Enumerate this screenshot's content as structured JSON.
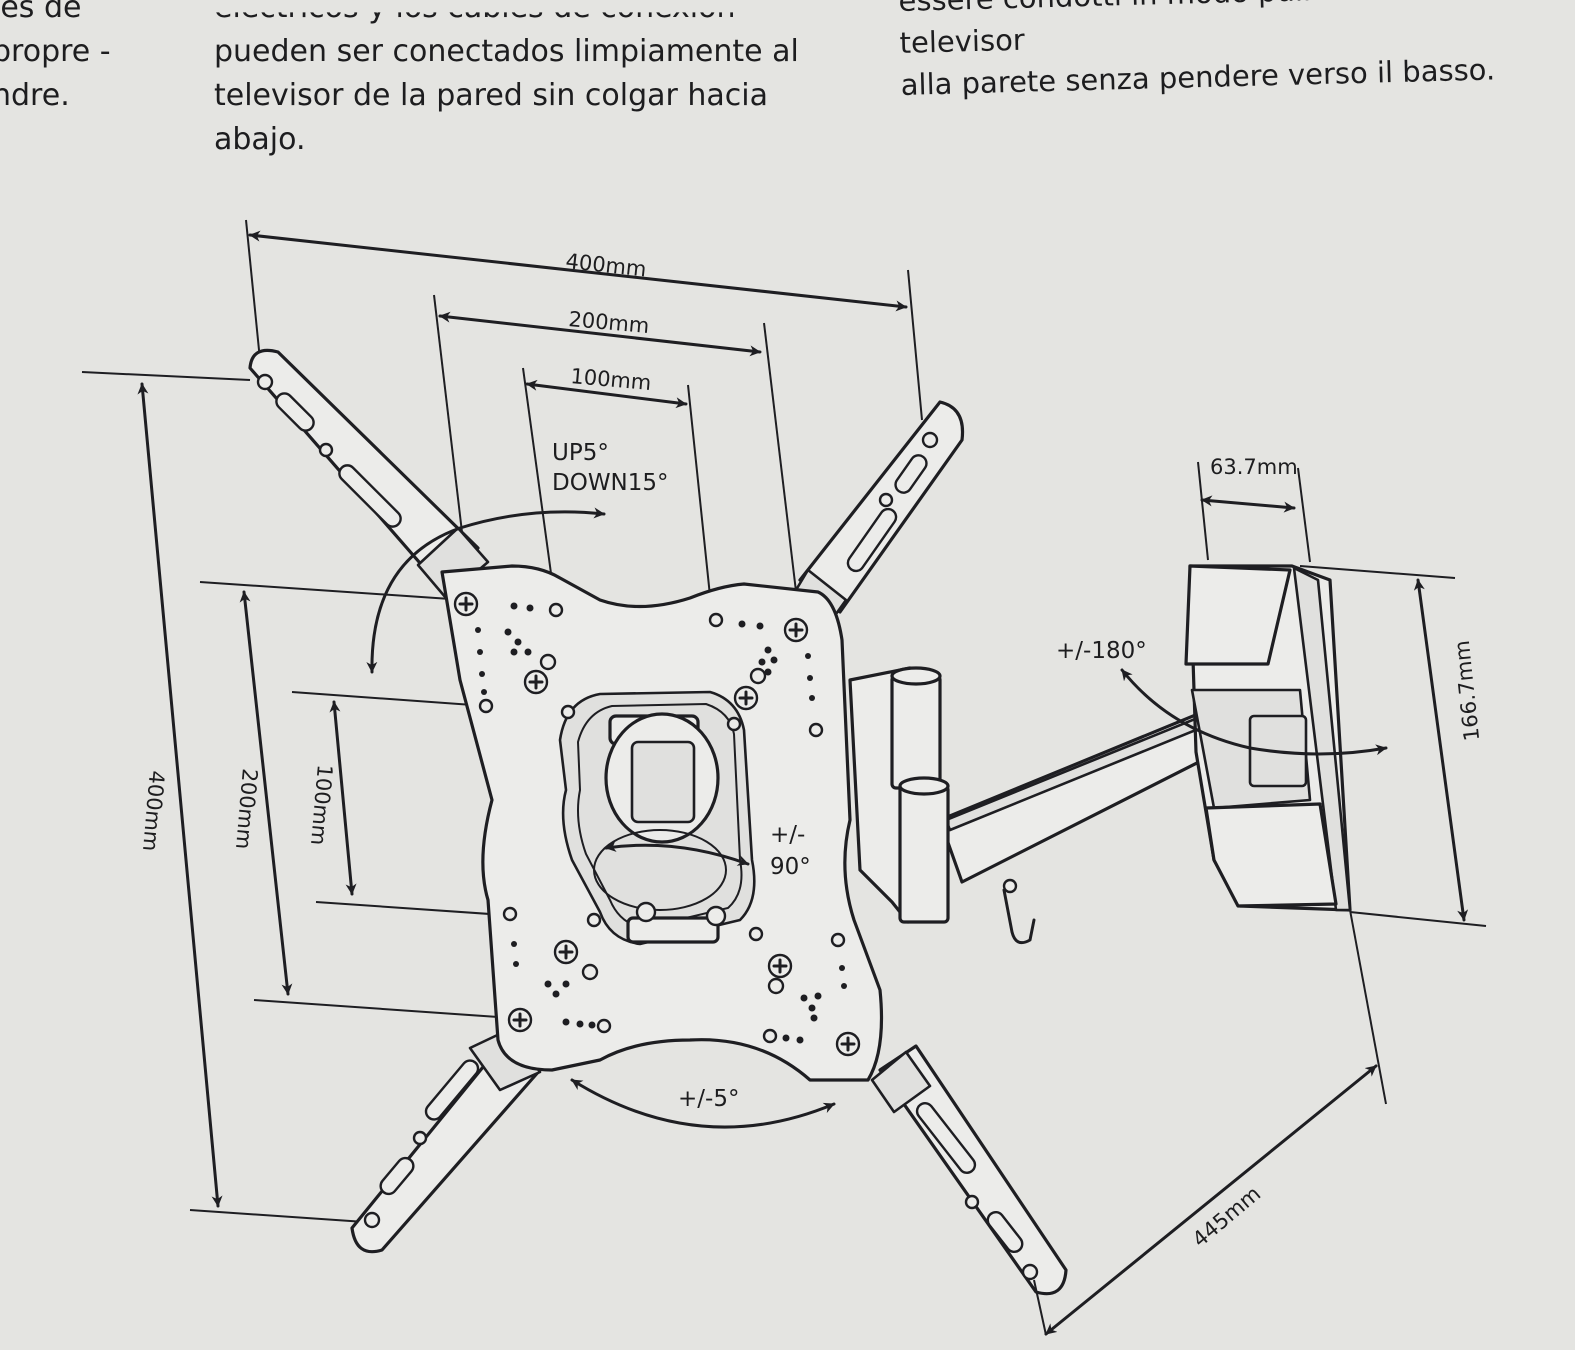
{
  "text": {
    "french": [
      "les de",
      "propre -",
      "ndre."
    ],
    "spanish": [
      "eléctricos y los cables de conexión",
      "pueden ser conectados limpiamente al",
      "televisor de la pared sin colgar hacia",
      "abajo."
    ],
    "italian": [
      "essere condotti in modo pulito dal televisor",
      "alla parete senza pendere verso il basso."
    ]
  },
  "dimensions": {
    "h_400": "400mm",
    "h_200": "200mm",
    "h_100": "100mm",
    "v_400": "400mm",
    "v_200": "200mm",
    "v_100": "100mm",
    "depth_min": "63.7mm",
    "plate_height": "166.7mm",
    "extension": "445mm"
  },
  "angles": {
    "tilt_up": "UP5°",
    "tilt_down": "DOWN15°",
    "swivel": "+/-180°",
    "rotation_line1": "+/-",
    "rotation_line2": "90°",
    "level": "+/-5°"
  }
}
